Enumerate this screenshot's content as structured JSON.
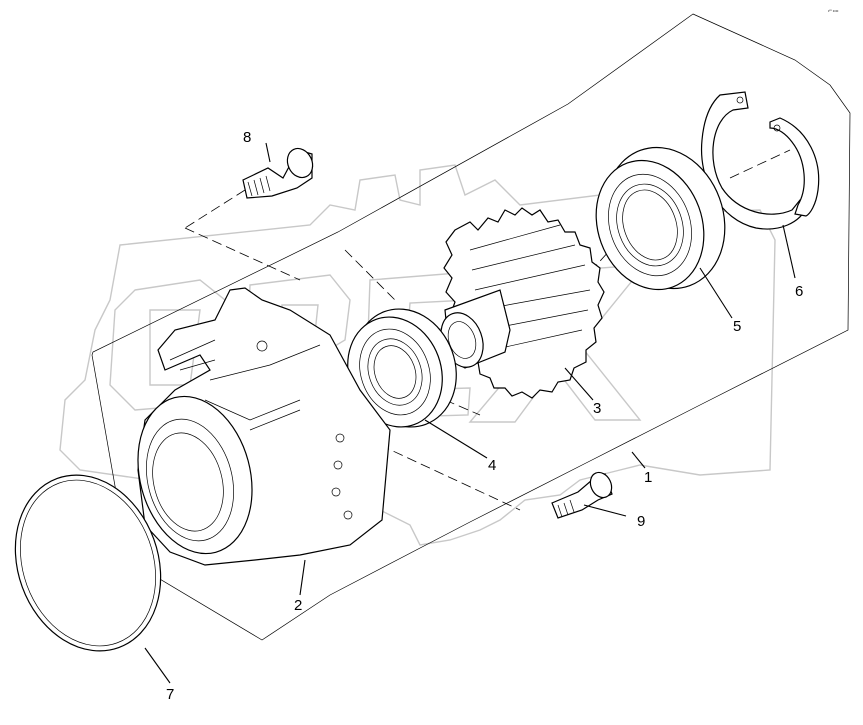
{
  "corner_mark": "•ᵐ ••••",
  "watermark": "OPEX",
  "callouts": [
    {
      "id": "1",
      "label": "1"
    },
    {
      "id": "2",
      "label": "2"
    },
    {
      "id": "3",
      "label": "3"
    },
    {
      "id": "4",
      "label": "4"
    },
    {
      "id": "5",
      "label": "5"
    },
    {
      "id": "6",
      "label": "6"
    },
    {
      "id": "7",
      "label": "7"
    },
    {
      "id": "8",
      "label": "8"
    },
    {
      "id": "9",
      "label": "9"
    }
  ]
}
